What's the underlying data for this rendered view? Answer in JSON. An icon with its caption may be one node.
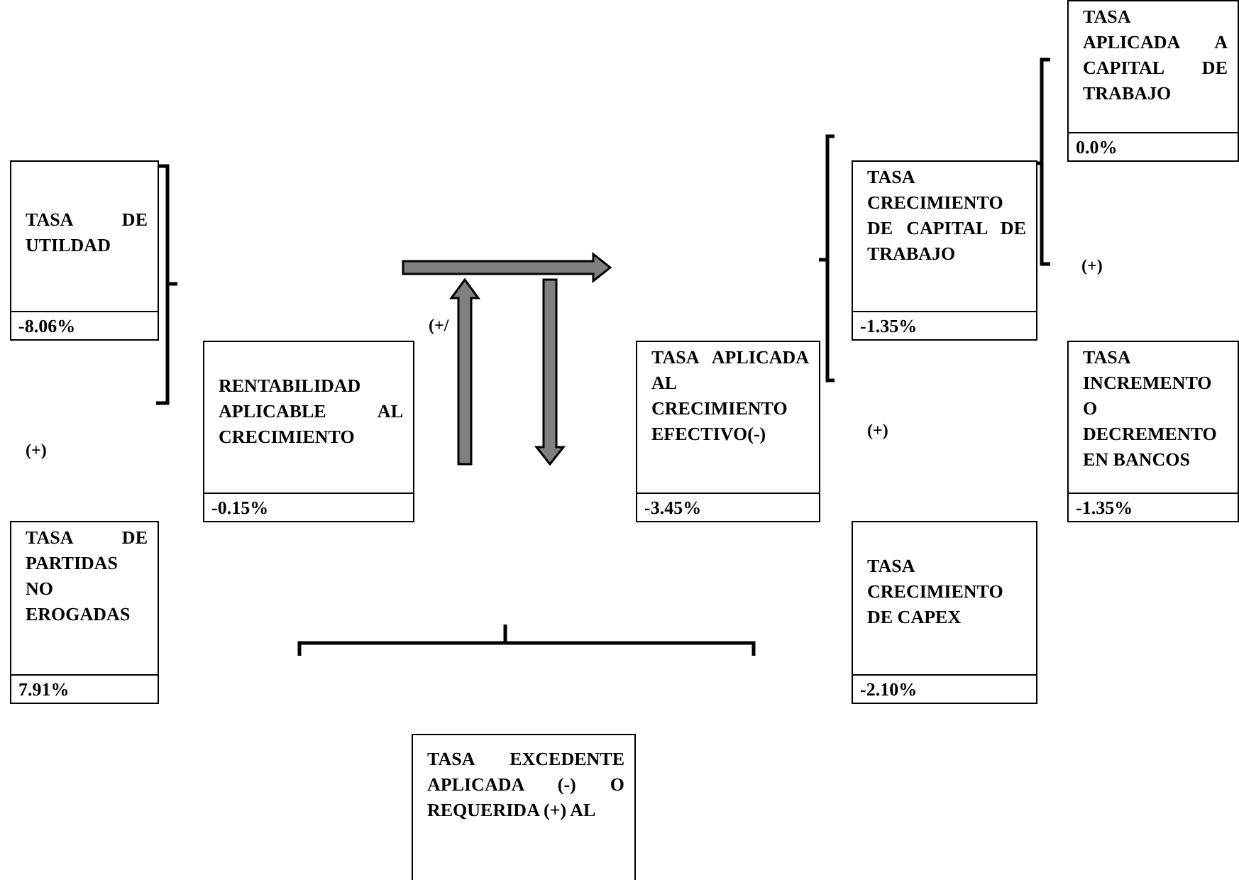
{
  "diagram": {
    "nodes": [
      {
        "text": [
          "TASA DE UTILDAD",
          "-8.06%"
        ]
      },
      {
        "text": [
          "RENTABILIDAD APLICABLE AL CRECIMIENTO",
          "-0.15%"
        ]
      },
      {
        "text": [
          "TASA DE PARTIDAS NO EROGADAS",
          "7.91%"
        ]
      },
      {
        "text": [
          "TASA APLICADA AL CRECIMIENTO EFECTIVO(-)",
          "-3.45%"
        ]
      },
      {
        "text": [
          "TASA CRECIMIENTO DE CAPITAL DE TRABAJO",
          "-1.35%"
        ]
      },
      {
        "text": [
          "TASA APLICADA A CAPITAL DE TRABAJO",
          "0.0%"
        ]
      },
      {
        "text": [
          "TASA INCREMENTO O DECREMENTO EN BANCOS",
          "-1.35%"
        ]
      },
      {
        "text": [
          "TASA CRECIMIENTO DE CAPEX",
          "-2.10%"
        ]
      },
      {
        "text": [
          "TASA EXCEDENTE APLICADA (-) O REQUERIDA (+) AL"
        ]
      }
    ],
    "labels": [
      "(+)",
      "(+/",
      "(+)",
      "(+)"
    ]
  }
}
